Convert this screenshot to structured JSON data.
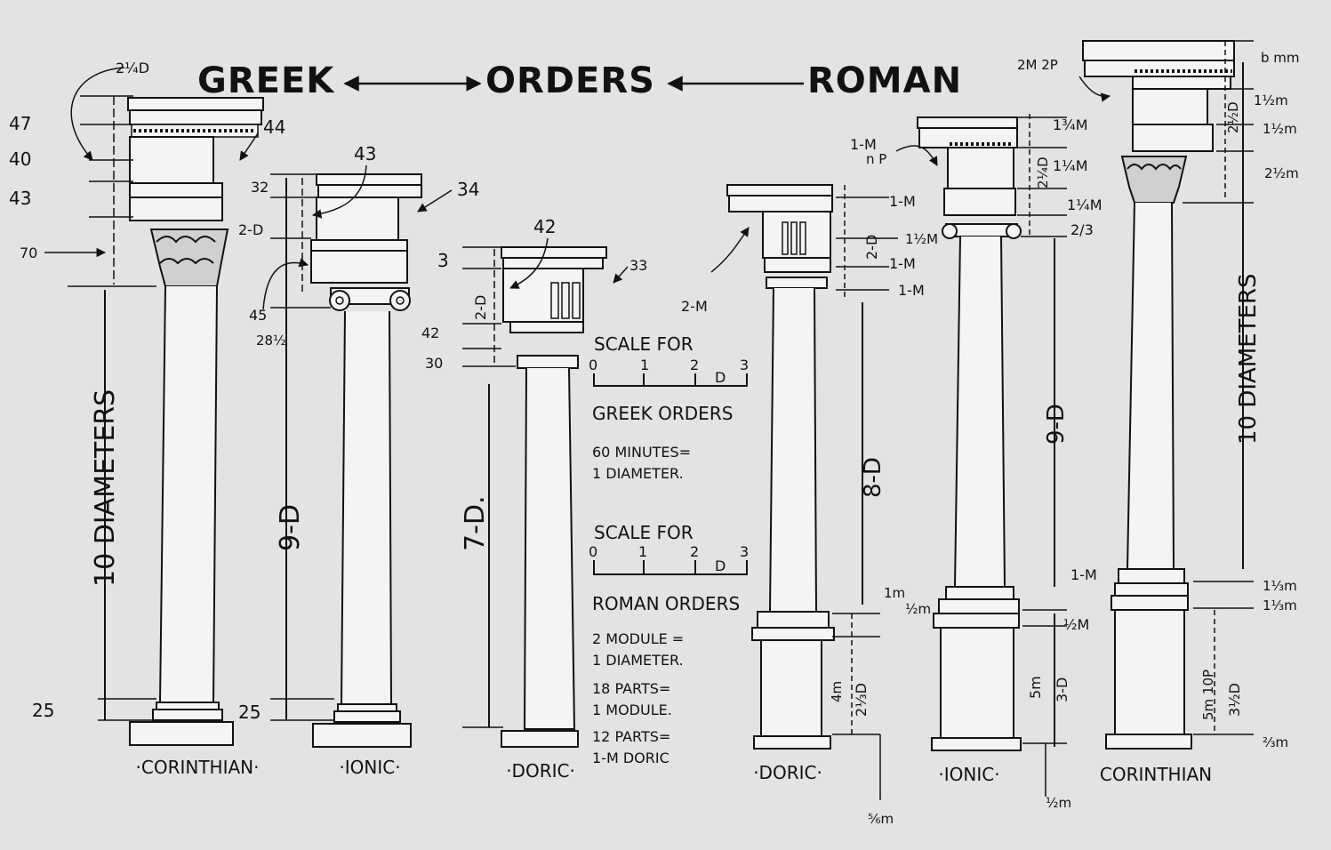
{
  "title": {
    "greek": "GREEK",
    "orders": "ORDERS",
    "roman": "ROMAN"
  },
  "greek": {
    "corinthian": {
      "name": "·CORINTHIAN·",
      "height": "10 DIAMETERS",
      "dims": [
        "2¼D",
        "47",
        "40",
        "43",
        "70",
        "44",
        "25"
      ]
    },
    "ionic": {
      "name": "·IONIC·",
      "height": "9-D",
      "dims": [
        "43",
        "32",
        "34",
        "2-D",
        "45",
        "28½",
        "25"
      ]
    },
    "doric": {
      "name": "·DORIC·",
      "height": "7-D.",
      "dims": [
        "42",
        "3",
        "33",
        "2-D",
        "42",
        "30"
      ]
    }
  },
  "scales": {
    "greek_heading": "SCALE FOR",
    "greek_orders": "GREEK ORDERS",
    "greek_note_1": "60 MINUTES=",
    "greek_note_2": "1 DIAMETER.",
    "roman_heading": "SCALE FOR",
    "roman_orders": "ROMAN ORDERS",
    "roman_note_1": "2 MODULE =",
    "roman_note_2": "1 DIAMETER.",
    "roman_note_3": "18 PARTS=",
    "roman_note_4": "1 MODULE.",
    "roman_note_5": "12 PARTS=",
    "roman_note_6": "1-M DORIC",
    "ticks": [
      "0",
      "1",
      "2",
      "3"
    ],
    "unit": "D"
  },
  "roman": {
    "doric": {
      "name": "·DORIC·",
      "height": "8-D",
      "dims": [
        "1-M",
        "1½M",
        "1-M",
        "1-M",
        "2-M",
        "2-D",
        "1m",
        "½m",
        "4m",
        "2⅓D",
        "⅚m"
      ]
    },
    "ionic": {
      "name": "·IONIC·",
      "height": "9-D",
      "dims": [
        "1-M",
        "n P",
        "1¾M",
        "1¼M",
        "1¼M",
        "2¼D",
        "2/3",
        "1-M",
        "½M",
        "5m",
        "3-D",
        "½m"
      ]
    },
    "corinthian": {
      "name": "CORINTHIAN",
      "height": "10 DIAMETERS",
      "dims": [
        "2M 2P",
        "b mm",
        "1½m",
        "2½D",
        "1½m",
        "2½m",
        "1⅓m",
        "1⅓m",
        "5m 10P",
        "3½D",
        "⅔m"
      ]
    }
  }
}
